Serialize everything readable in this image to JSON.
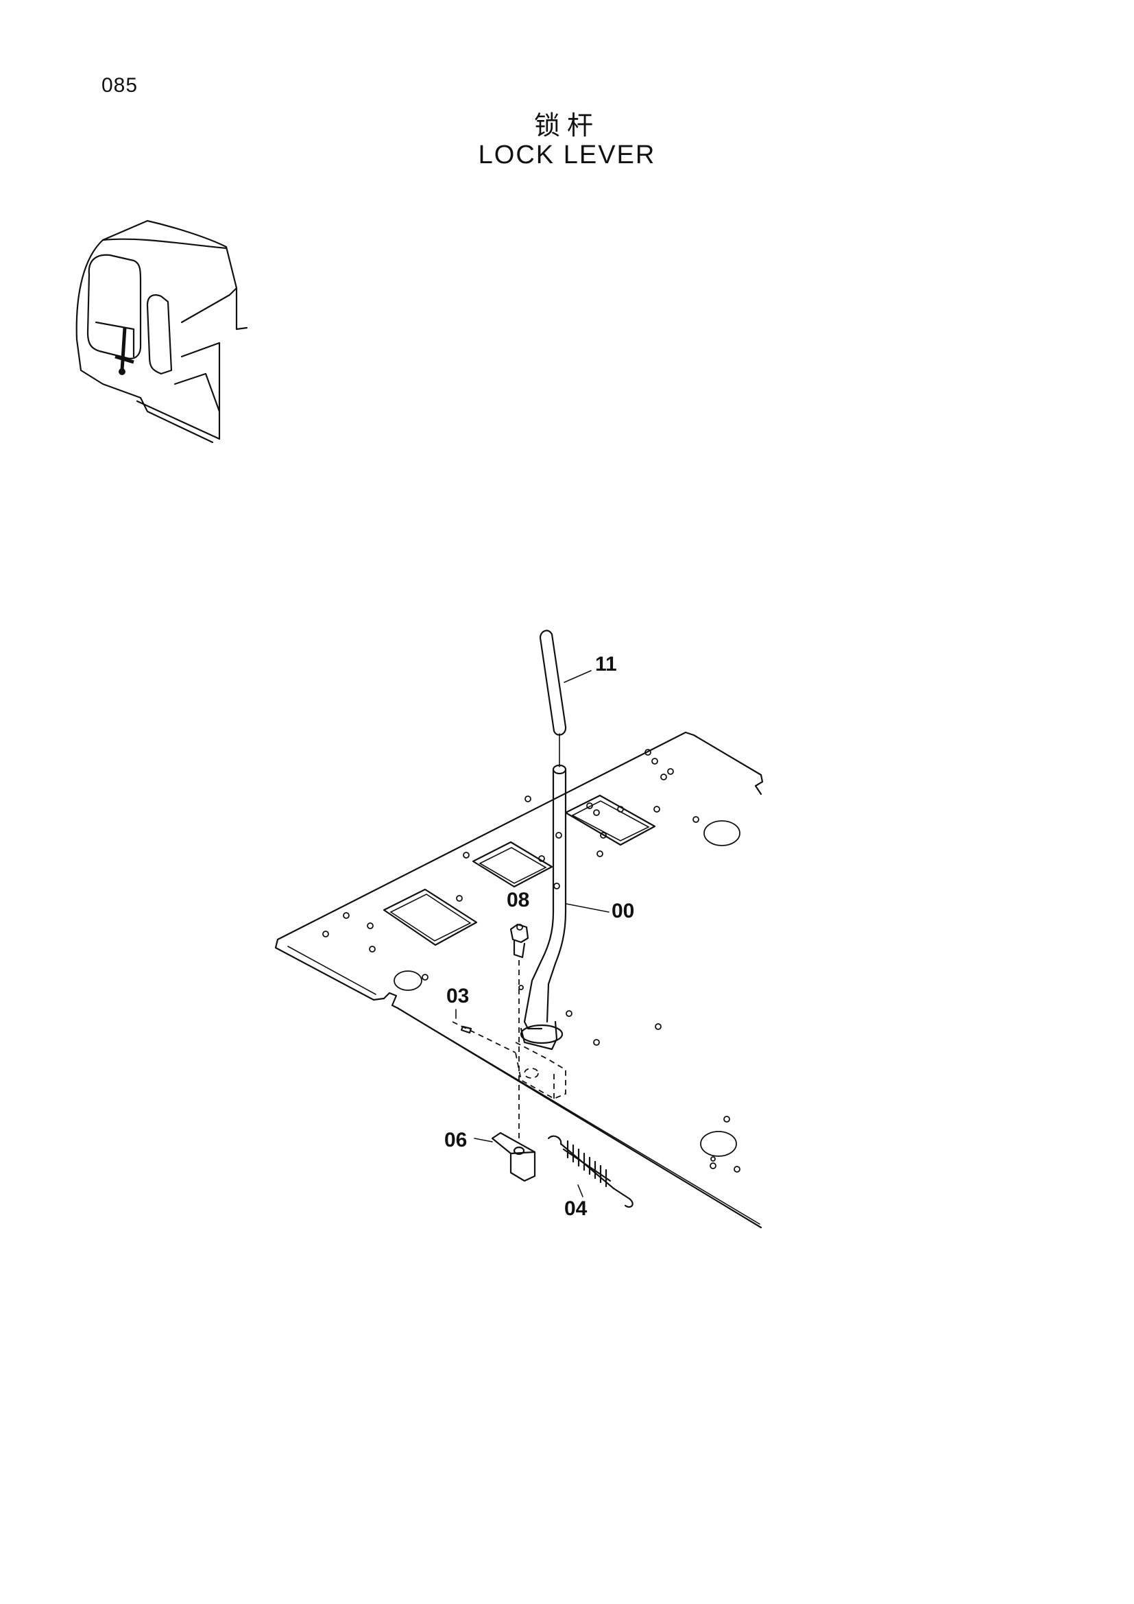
{
  "page": {
    "number": "085",
    "title_cn": "锁杆",
    "title_en": "LOCK  LEVER"
  },
  "callouts": {
    "c11": "11",
    "c00": "00",
    "c08": "08",
    "c03": "03",
    "c06": "06",
    "c04": "04"
  }
}
